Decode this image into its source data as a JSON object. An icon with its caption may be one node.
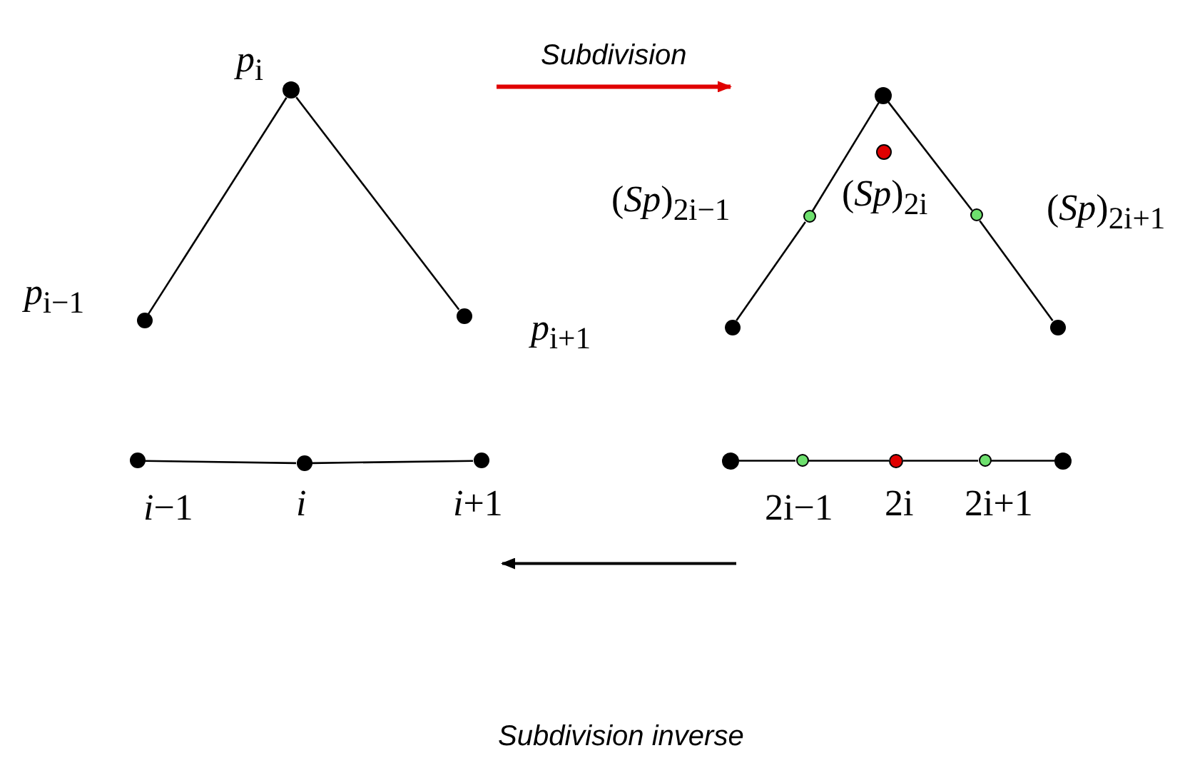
{
  "diagram": {
    "nodes": [
      {
        "text": [],
        "shape": "circle",
        "beside": [
          "*p*$_{i}$"
        ]
      },
      {
        "text": [],
        "shape": "circle",
        "beside": [
          "*p*$_{i−1}$"
        ]
      },
      {
        "text": [],
        "shape": "circle",
        "beside": [
          "*p*$_{i+1}$"
        ]
      },
      {
        "text": [],
        "shape": "circle"
      },
      {
        "text": [],
        "shape": "circle",
        "beside": [
          "(*Sp*)$_{2i}$"
        ]
      },
      {
        "text": [],
        "shape": "circle",
        "beside": [
          "(*Sp*)$_{2i−1}$"
        ]
      },
      {
        "text": [],
        "shape": "circle",
        "beside": [
          "(*Sp*)$_{2i+1}$"
        ]
      },
      {
        "text": [],
        "shape": "circle"
      },
      {
        "text": [],
        "shape": "circle"
      },
      {
        "text": [],
        "shape": "circle",
        "beside": [
          "*i*−1"
        ]
      },
      {
        "text": [],
        "shape": "circle",
        "beside": [
          "*i*"
        ]
      },
      {
        "text": [],
        "shape": "circle",
        "beside": [
          "*i*+1"
        ]
      },
      {
        "text": [],
        "shape": "circle"
      },
      {
        "text": [],
        "shape": "circle",
        "beside": [
          "2i−1"
        ]
      },
      {
        "text": [],
        "shape": "circle",
        "beside": [
          "2i"
        ]
      },
      {
        "text": [],
        "shape": "circle",
        "beside": [
          "2i+1"
        ]
      },
      {
        "text": [],
        "shape": "circle"
      }
    ],
    "edges": [
      {
        "from": 1,
        "to": 0,
        "arrow": "none"
      },
      {
        "from": 0,
        "to": 2,
        "arrow": "none"
      },
      {
        "from": 7,
        "to": 5,
        "arrow": "none"
      },
      {
        "from": 5,
        "to": 3,
        "arrow": "none"
      },
      {
        "from": 3,
        "to": 6,
        "arrow": "none"
      },
      {
        "from": 6,
        "to": 8,
        "arrow": "none"
      },
      {
        "from": 9,
        "to": 10,
        "arrow": "none"
      },
      {
        "from": 10,
        "to": 11,
        "arrow": "none"
      },
      {
        "from": 12,
        "to": 13,
        "arrow": "none"
      },
      {
        "from": 13,
        "to": 14,
        "arrow": "none"
      },
      {
        "from": 14,
        "to": 15,
        "arrow": "none"
      },
      {
        "from": 15,
        "to": 16,
        "arrow": "none"
      }
    ],
    "labels": [
      "Subdivision",
      "Subdivision inverse"
    ]
  }
}
